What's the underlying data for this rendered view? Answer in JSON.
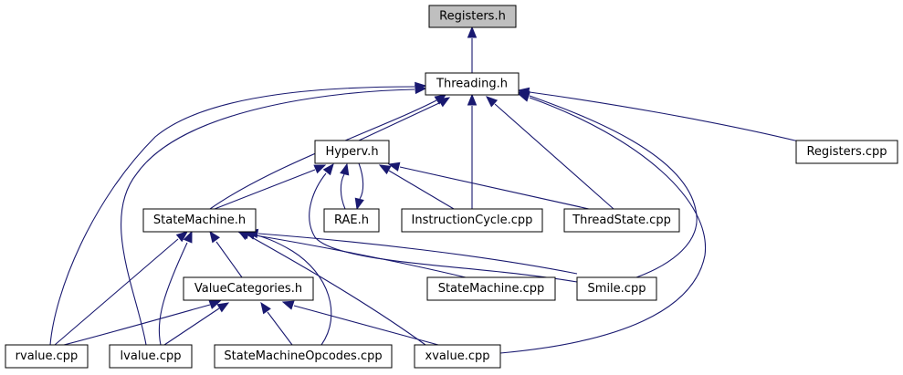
{
  "graph": {
    "nodes": [
      {
        "id": "registers_h",
        "label": "Registers.h",
        "root": true
      },
      {
        "id": "threading_h",
        "label": "Threading.h"
      },
      {
        "id": "hyperv_h",
        "label": "Hyperv.h"
      },
      {
        "id": "registers_cpp",
        "label": "Registers.cpp"
      },
      {
        "id": "statemachine_h",
        "label": "StateMachine.h"
      },
      {
        "id": "rae_h",
        "label": "RAE.h"
      },
      {
        "id": "instructioncycle_cpp",
        "label": "InstructionCycle.cpp"
      },
      {
        "id": "threadstate_cpp",
        "label": "ThreadState.cpp"
      },
      {
        "id": "valuecategories_h",
        "label": "ValueCategories.h"
      },
      {
        "id": "statemachine_cpp",
        "label": "StateMachine.cpp"
      },
      {
        "id": "smile_cpp",
        "label": "Smile.cpp"
      },
      {
        "id": "rvalue_cpp",
        "label": "rvalue.cpp"
      },
      {
        "id": "lvalue_cpp",
        "label": "lvalue.cpp"
      },
      {
        "id": "statemachineopcodes_cpp",
        "label": "StateMachineOpcodes.cpp"
      },
      {
        "id": "xvalue_cpp",
        "label": "xvalue.cpp"
      }
    ],
    "edges": [
      {
        "from": "threading_h",
        "to": "registers_h"
      },
      {
        "from": "hyperv_h",
        "to": "threading_h"
      },
      {
        "from": "statemachine_h",
        "to": "threading_h"
      },
      {
        "from": "instructioncycle_cpp",
        "to": "threading_h"
      },
      {
        "from": "threadstate_cpp",
        "to": "threading_h"
      },
      {
        "from": "registers_cpp",
        "to": "threading_h"
      },
      {
        "from": "smile_cpp",
        "to": "threading_h"
      },
      {
        "from": "xvalue_cpp",
        "to": "threading_h"
      },
      {
        "from": "rvalue_cpp",
        "to": "threading_h"
      },
      {
        "from": "lvalue_cpp",
        "to": "threading_h"
      },
      {
        "from": "statemachine_h",
        "to": "hyperv_h"
      },
      {
        "from": "rae_h",
        "to": "hyperv_h"
      },
      {
        "from": "hyperv_h",
        "to": "rae_h"
      },
      {
        "from": "instructioncycle_cpp",
        "to": "hyperv_h"
      },
      {
        "from": "threadstate_cpp",
        "to": "hyperv_h"
      },
      {
        "from": "smile_cpp",
        "to": "hyperv_h"
      },
      {
        "from": "valuecategories_h",
        "to": "statemachine_h"
      },
      {
        "from": "rvalue_cpp",
        "to": "statemachine_h"
      },
      {
        "from": "lvalue_cpp",
        "to": "statemachine_h"
      },
      {
        "from": "statemachineopcodes_cpp",
        "to": "statemachine_h"
      },
      {
        "from": "xvalue_cpp",
        "to": "statemachine_h"
      },
      {
        "from": "statemachine_cpp",
        "to": "statemachine_h"
      },
      {
        "from": "smile_cpp",
        "to": "statemachine_h"
      },
      {
        "from": "rvalue_cpp",
        "to": "valuecategories_h"
      },
      {
        "from": "lvalue_cpp",
        "to": "valuecategories_h"
      },
      {
        "from": "statemachineopcodes_cpp",
        "to": "valuecategories_h"
      },
      {
        "from": "xvalue_cpp",
        "to": "valuecategories_h"
      }
    ]
  },
  "colors": {
    "edge": "#191970",
    "root_fill": "#bfbfbf",
    "node_fill": "#ffffff",
    "node_border": "#000000"
  }
}
